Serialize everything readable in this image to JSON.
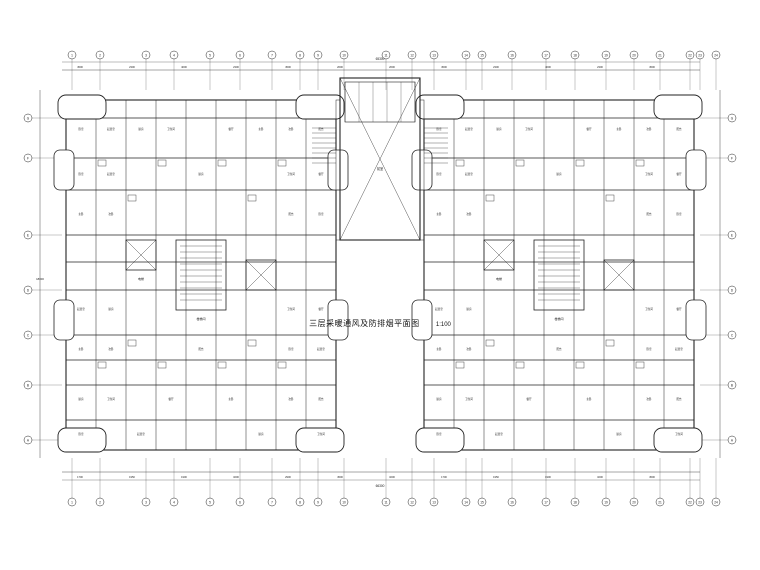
{
  "drawing": {
    "title": "三层采暖通风及防排烟平面图",
    "scale": "1:100",
    "top_total_dim": "65300",
    "bottom_total_dim": "66300",
    "left_total_dim": "18000",
    "top_axes": [
      "1",
      "2",
      "3",
      "4",
      "5",
      "6",
      "7",
      "8",
      "9",
      "10",
      "11",
      "12",
      "13",
      "14",
      "15",
      "16",
      "17",
      "18",
      "19",
      "20",
      "21",
      "22",
      "23",
      "24"
    ],
    "bottom_axes": [
      "1",
      "2",
      "3",
      "4",
      "5",
      "6",
      "7",
      "8",
      "9",
      "10",
      "11",
      "12",
      "13",
      "14",
      "15",
      "16",
      "17",
      "18",
      "19",
      "20",
      "21",
      "22",
      "23",
      "24"
    ],
    "left_axes": [
      "G",
      "F",
      "E",
      "D",
      "C",
      "B",
      "A"
    ],
    "right_axes": [
      "G",
      "F",
      "E",
      "D",
      "C",
      "B",
      "A"
    ],
    "top_dims": [
      "4500",
      "2300",
      "4000",
      "2300",
      "4500",
      "2600",
      "2600",
      "4500",
      "2300",
      "4000",
      "2300",
      "4500"
    ],
    "bottom_dims": [
      "1700",
      "1950",
      "1900",
      "3200",
      "2900",
      "4500",
      "3200",
      "1700",
      "1950",
      "1900",
      "3200",
      "4500"
    ],
    "room_labels": [
      "卧室",
      "起居室",
      "厨房",
      "卫生间",
      "餐厅",
      "主卧",
      "次卧",
      "阳台"
    ],
    "center_label": "前室",
    "stair_label": "楼梯间",
    "elevator_label": "电梯"
  }
}
